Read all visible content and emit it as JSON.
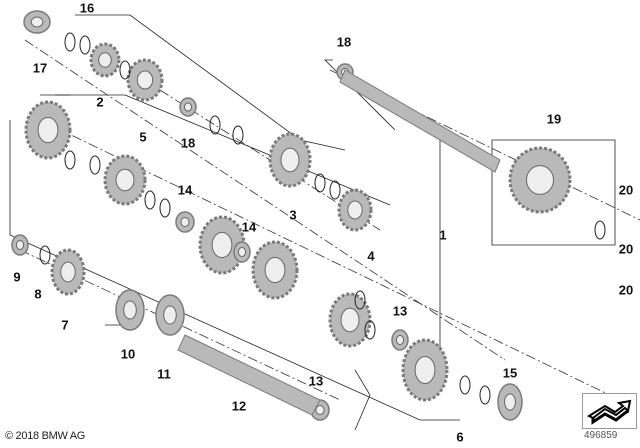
{
  "callouts": [
    "16",
    "17",
    "2",
    "5",
    "18",
    "18",
    "19",
    "1",
    "14",
    "14",
    "3",
    "4",
    "9",
    "8",
    "7",
    "10",
    "11",
    "13",
    "12",
    "13",
    "15",
    "6",
    "20",
    "20",
    "20"
  ],
  "copyright": "© 2018 BMW AG",
  "document_number": "496859",
  "nav_icon": "arrow-icon",
  "colors": {
    "part_fill": "#b9b9b9",
    "part_dark": "#7a7a7a",
    "line": "#111111"
  }
}
